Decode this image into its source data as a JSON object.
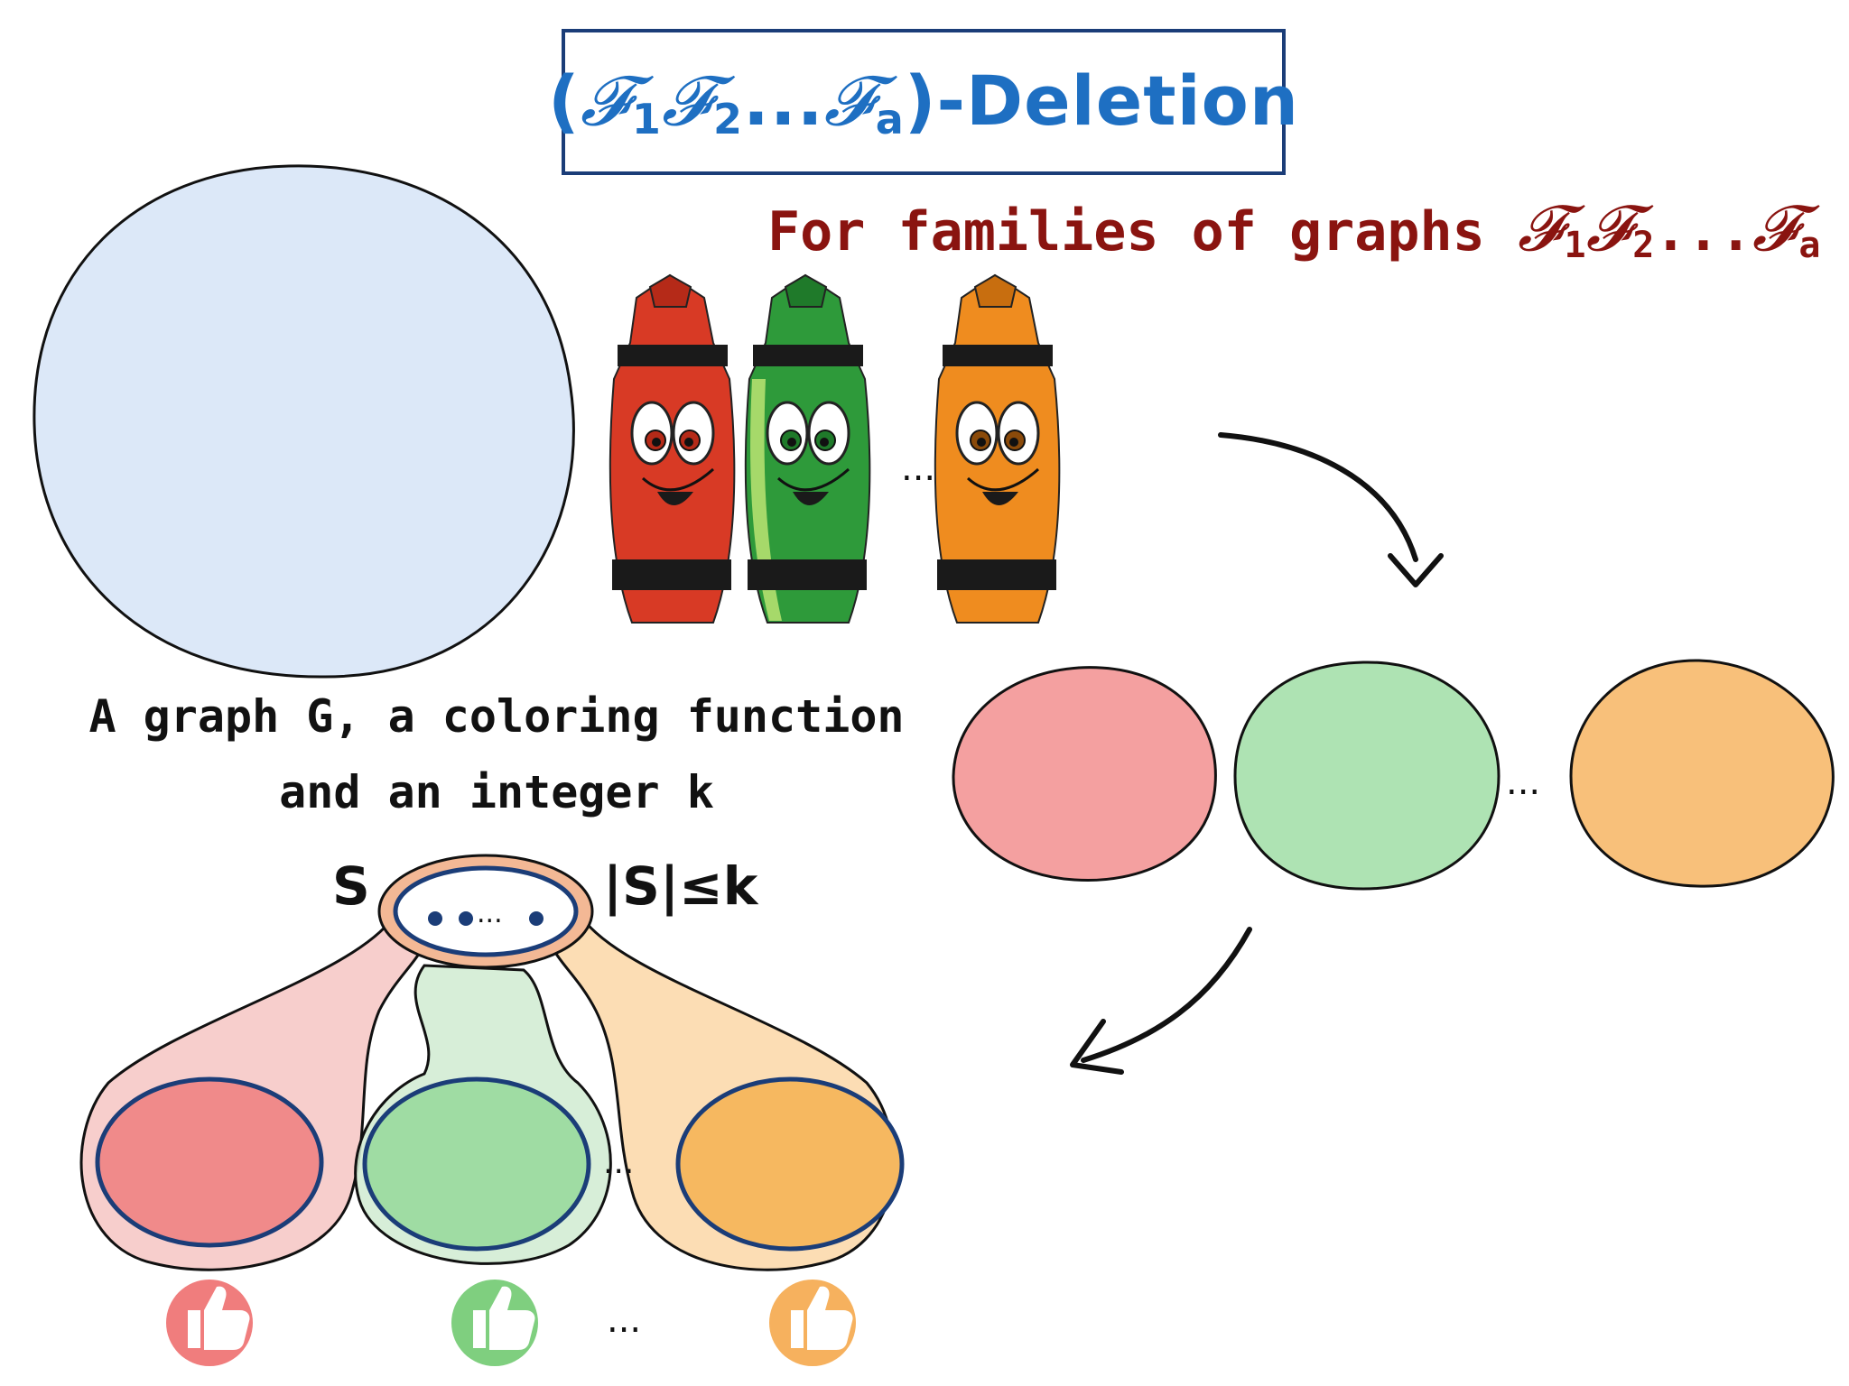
{
  "title": {
    "families": "(𝓕₁𝓕₂…𝓕ₐ)",
    "prefix": "(",
    "f1": "𝓕",
    "s1": "1",
    "f2": "𝓕",
    "s2": "2",
    "dots": "...",
    "fa": "𝓕",
    "sa": "a",
    "suffix": ")-Deletion"
  },
  "subtitle": {
    "text": "For families of graphs",
    "f1": "𝓕",
    "s1": "1",
    "f2": "𝓕",
    "s2": "2",
    "dots": "...",
    "fa": "𝓕",
    "sa": "a"
  },
  "caption": {
    "line1": "A graph G, a coloring function",
    "line2": "and an integer k"
  },
  "labels": {
    "set_name": "S",
    "set_size": "|S|≤k",
    "ellipsis": "..."
  },
  "colors": {
    "graph_fill": "#dce8f8",
    "red": "#f4a0a0",
    "green": "#aee3b3",
    "orange": "#f8c07a",
    "red_solid": "#f08a8a",
    "green_solid": "#9fdca3",
    "orange_solid": "#f6b860",
    "title_blue": "#1e6fc2",
    "subtitle_red": "#8a1410",
    "outline_navy": "#1b3d78"
  },
  "icons": [
    "crayon-red-icon",
    "crayon-green-icon",
    "crayon-orange-icon",
    "thumbs-up-icon"
  ]
}
